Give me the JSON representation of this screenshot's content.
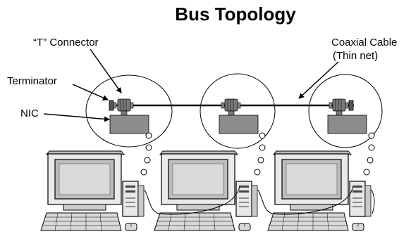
{
  "diagram": {
    "title": "Bus Topology",
    "labels": {
      "t_connector": "“T” Connector",
      "coaxial_cable_line1": "Coaxial Cable",
      "coaxial_cable_line2": "(Thin net)",
      "terminator": "Terminator",
      "nic": "NIC"
    },
    "node_count": 3,
    "colors": {
      "ink": "#000000",
      "nic_box": "#8c8c8c",
      "connector": "#7a7a7a",
      "screen": "#bdbdbd",
      "computer_body": "#e8e8e8"
    }
  }
}
